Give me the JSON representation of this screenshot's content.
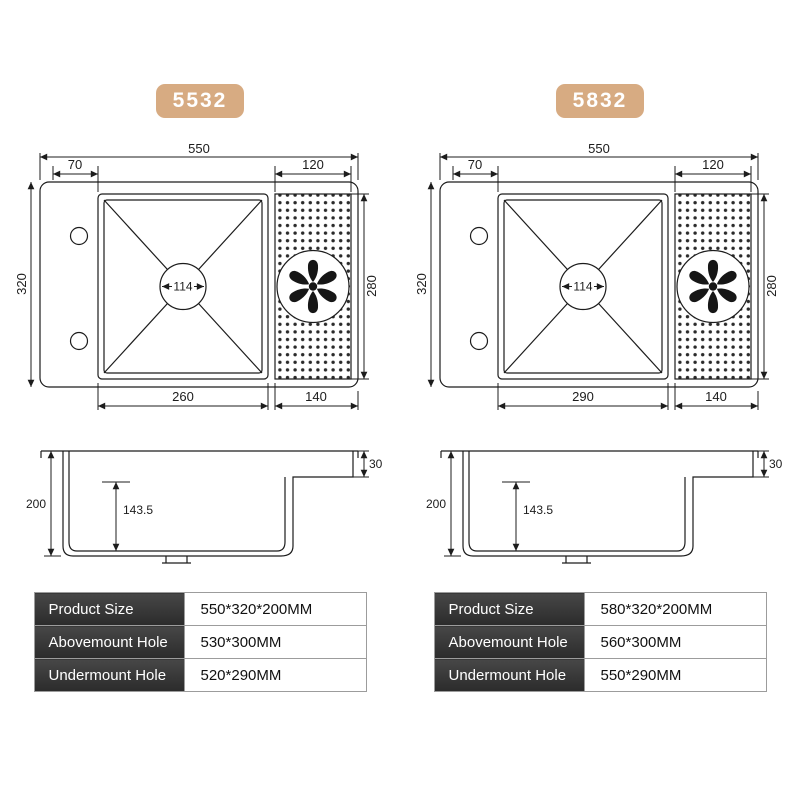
{
  "colors": {
    "badge_bg": "#d7ab82",
    "badge_text": "#ffffff",
    "line": "#1c1c1c",
    "table_label_bg_top": "#474747",
    "table_label_bg_bottom": "#2b2b2b",
    "table_label_text": "#ffffff",
    "table_border": "#9c9c9c"
  },
  "models": [
    {
      "badge": "5532",
      "top_view": {
        "overall_width": "550",
        "faucet_deck_width": "70",
        "drain_tray_width": "120",
        "overall_depth": "320",
        "tray_length": "280",
        "center_hole_diameter": "114",
        "basin_width": "260",
        "drain_tray_outer_width": "140"
      },
      "side_view": {
        "tray_depth": "30",
        "overall_height": "200",
        "bowl_inner_depth": "143.5"
      },
      "table": {
        "rows": [
          {
            "label": "Product Size",
            "value": "550*320*200MM"
          },
          {
            "label": "Abovemount Hole",
            "value": "530*300MM"
          },
          {
            "label": "Undermount Hole",
            "value": "520*290MM"
          }
        ]
      }
    },
    {
      "badge": "5832",
      "top_view": {
        "overall_width": "550",
        "faucet_deck_width": "70",
        "drain_tray_width": "120",
        "overall_depth": "320",
        "tray_length": "280",
        "center_hole_diameter": "114",
        "basin_width": "290",
        "drain_tray_outer_width": "140"
      },
      "side_view": {
        "tray_depth": "30",
        "overall_height": "200",
        "bowl_inner_depth": "143.5"
      },
      "table": {
        "rows": [
          {
            "label": "Product Size",
            "value": "580*320*200MM"
          },
          {
            "label": "Abovemount Hole",
            "value": "560*300MM"
          },
          {
            "label": "Undermount Hole",
            "value": "550*290MM"
          }
        ]
      }
    }
  ]
}
